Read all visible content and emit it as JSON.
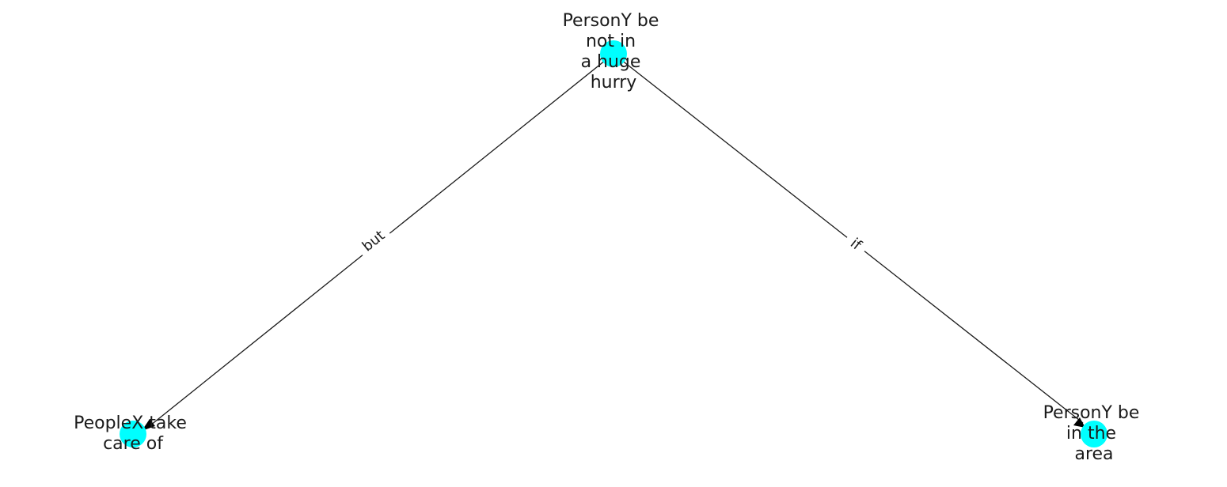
{
  "graph": {
    "node_color": "#00ffff",
    "edge_color": "#1a1a1a",
    "text_color": "#1a1a1a",
    "nodes": [
      {
        "id": "n1",
        "lines": [
          "PersonY be",
          "not in",
          "a huge",
          "hurry"
        ]
      },
      {
        "id": "n2",
        "lines": [
          "PeopleX take",
          "care of"
        ]
      },
      {
        "id": "n3",
        "lines": [
          "PersonY be",
          "in the",
          "area"
        ]
      }
    ],
    "edges": [
      {
        "from": "n1",
        "to": "n2",
        "label": "but"
      },
      {
        "from": "n1",
        "to": "n3",
        "label": "if"
      }
    ]
  }
}
